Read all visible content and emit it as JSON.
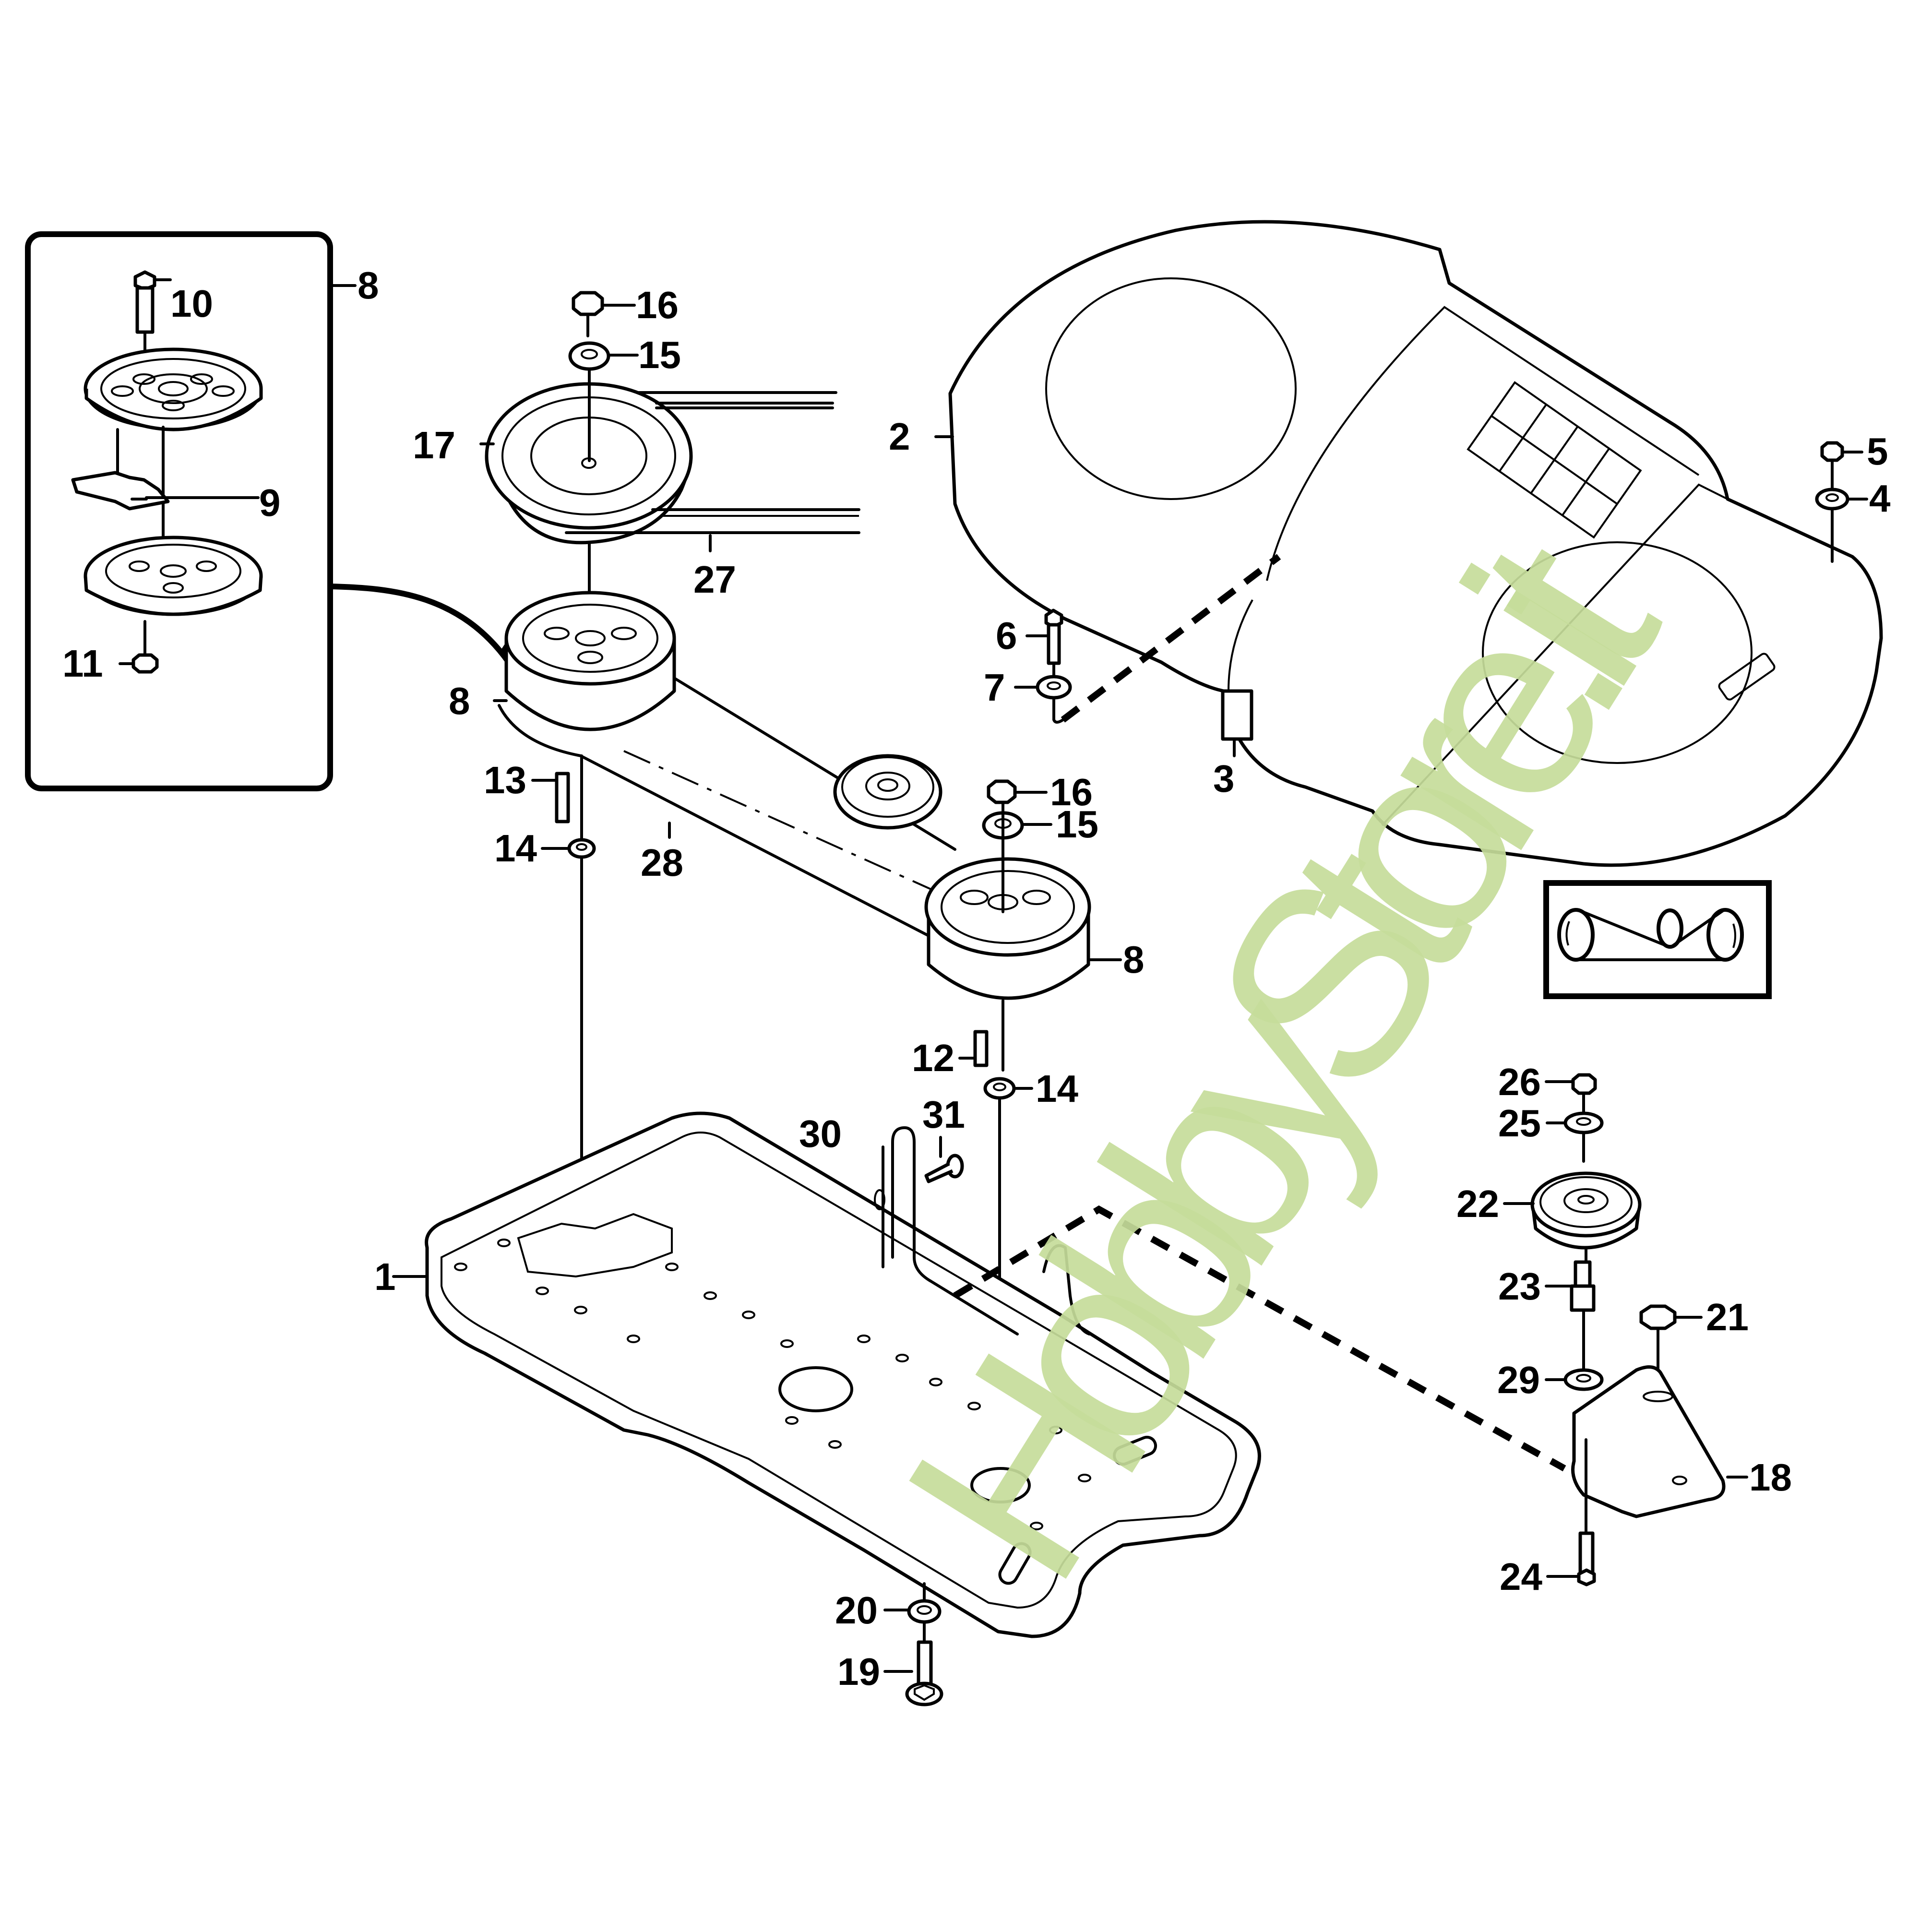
{
  "diagram": {
    "type": "exploded-parts-diagram",
    "subject": "belt drive assembly with cover and base plate",
    "watermark": "HobbyStore.it",
    "watermark_color": "#c6dc9a",
    "line_color": "#000000",
    "background_color": "#ffffff",
    "inset_detail": {
      "label": "8",
      "parts": [
        "10",
        "9",
        "11"
      ]
    },
    "belt_routing_inset": {
      "pulleys": 3,
      "rotation_left": "counterclockwise",
      "rotation_right": "clockwise"
    },
    "callouts": [
      {
        "id": "c8-inset",
        "label": "8"
      },
      {
        "id": "c10",
        "label": "10"
      },
      {
        "id": "c9",
        "label": "9"
      },
      {
        "id": "c11",
        "label": "11"
      },
      {
        "id": "c16-top",
        "label": "16"
      },
      {
        "id": "c15-top",
        "label": "15"
      },
      {
        "id": "c17",
        "label": "17"
      },
      {
        "id": "c27",
        "label": "27"
      },
      {
        "id": "c8-left",
        "label": "8"
      },
      {
        "id": "c13",
        "label": "13"
      },
      {
        "id": "c28",
        "label": "28"
      },
      {
        "id": "c14-left",
        "label": "14"
      },
      {
        "id": "c2",
        "label": "2"
      },
      {
        "id": "c5-right",
        "label": "5"
      },
      {
        "id": "c4",
        "label": "4"
      },
      {
        "id": "c6",
        "label": "6"
      },
      {
        "id": "c7",
        "label": "7"
      },
      {
        "id": "c3",
        "label": "3"
      },
      {
        "id": "c16-mid",
        "label": "16"
      },
      {
        "id": "c15-mid",
        "label": "15"
      },
      {
        "id": "c8-right",
        "label": "8"
      },
      {
        "id": "c12",
        "label": "12"
      },
      {
        "id": "c14-right",
        "label": "14"
      },
      {
        "id": "c30",
        "label": "30"
      },
      {
        "id": "c31",
        "label": "31"
      },
      {
        "id": "c1",
        "label": "1"
      },
      {
        "id": "c26",
        "label": "26"
      },
      {
        "id": "c25",
        "label": "25"
      },
      {
        "id": "c22",
        "label": "22"
      },
      {
        "id": "c23",
        "label": "23"
      },
      {
        "id": "c21",
        "label": "21"
      },
      {
        "id": "c29",
        "label": "29"
      },
      {
        "id": "c18",
        "label": "18"
      },
      {
        "id": "c24",
        "label": "24"
      },
      {
        "id": "c20",
        "label": "20"
      },
      {
        "id": "c19",
        "label": "19"
      }
    ]
  }
}
